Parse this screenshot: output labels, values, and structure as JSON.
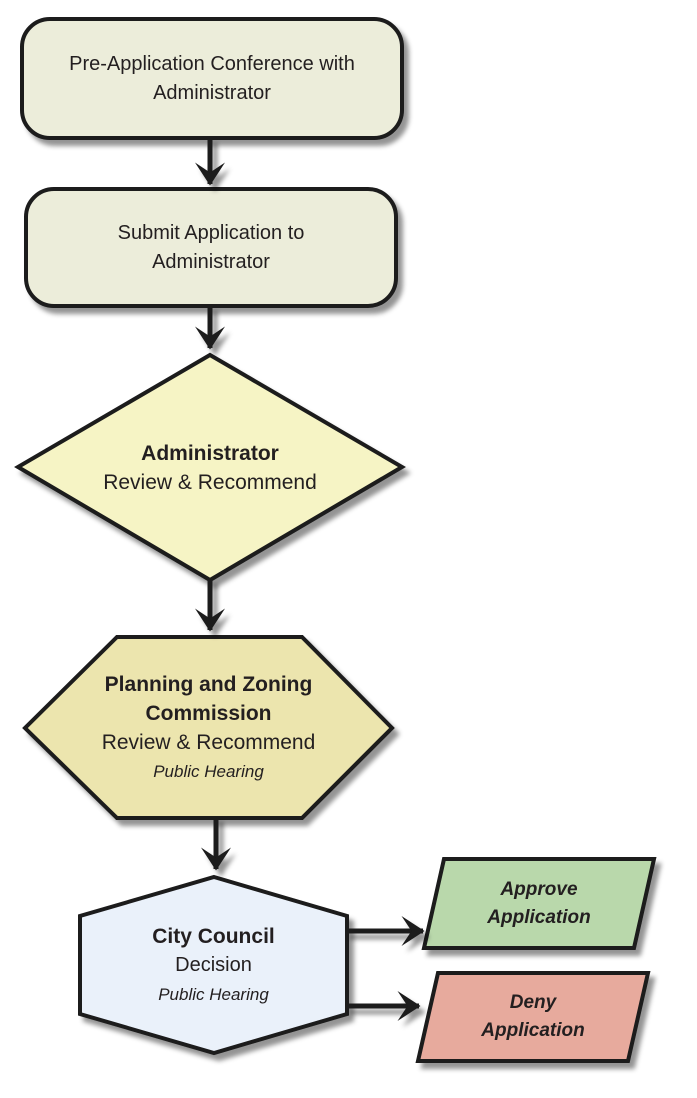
{
  "diagram": {
    "kind": "flowchart",
    "background": "#ffffff"
  },
  "style": {
    "border_color": "#1a1a1a",
    "arrow_color": "#1a1a1a",
    "text_color": "#231f20",
    "shadow_color": "#000000"
  },
  "nodes": {
    "preApp": {
      "shape": "rounded-rectangle",
      "fill": "#ecedda",
      "line1": "Pre-Application Conference with",
      "line2": "Administrator"
    },
    "submit": {
      "shape": "rounded-rectangle",
      "fill": "#ecedda",
      "line1": "Submit Application to",
      "line2": "Administrator"
    },
    "adminReview": {
      "shape": "diamond",
      "fill": "#f6f4c5",
      "title": "Administrator",
      "line1": "Review & Recommend"
    },
    "pnz": {
      "shape": "hexagon",
      "fill": "#ece5ae",
      "title1": "Planning and Zoning",
      "title2": "Commission",
      "line1": "Review & Recommend",
      "note": "Public Hearing"
    },
    "council": {
      "shape": "hexagon",
      "fill": "#eaf1fa",
      "title": "City Council",
      "line1": "Decision",
      "note": "Public Hearing"
    },
    "approve": {
      "shape": "parallelogram",
      "fill": "#b9d8ab",
      "line1": "Approve",
      "line2": "Application"
    },
    "deny": {
      "shape": "parallelogram",
      "fill": "#e7aa9d",
      "line1": "Deny",
      "line2": "Application"
    }
  },
  "edges": [
    {
      "from": "preApp",
      "to": "submit"
    },
    {
      "from": "submit",
      "to": "adminReview"
    },
    {
      "from": "adminReview",
      "to": "pnz"
    },
    {
      "from": "pnz",
      "to": "council"
    },
    {
      "from": "council",
      "to": "approve"
    },
    {
      "from": "council",
      "to": "deny"
    }
  ]
}
